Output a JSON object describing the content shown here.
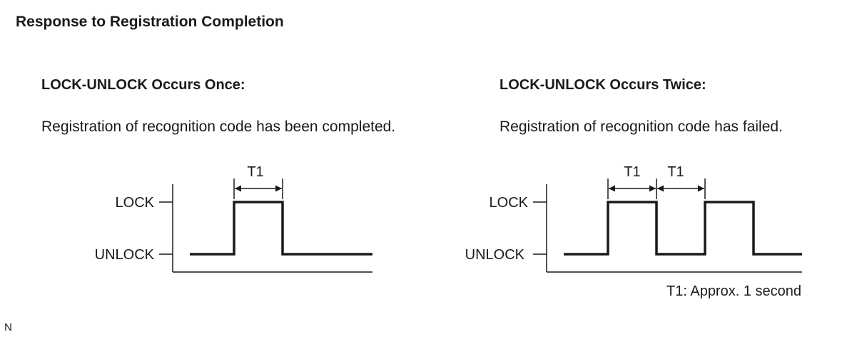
{
  "title": "Response to Registration Completion",
  "panels": [
    {
      "heading": "LOCK-UNLOCK Occurs Once:",
      "description": "Registration of recognition code has been completed.",
      "level_high": "LOCK",
      "level_low": "UNLOCK",
      "interval_labels": [
        "T1"
      ]
    },
    {
      "heading": "LOCK-UNLOCK Occurs Twice:",
      "description": "Registration of recognition code has failed.",
      "level_high": "LOCK",
      "level_low": "UNLOCK",
      "interval_labels": [
        "T1",
        "T1"
      ]
    }
  ],
  "footnote": "T1: Approx. 1 second",
  "corner_mark": "N"
}
